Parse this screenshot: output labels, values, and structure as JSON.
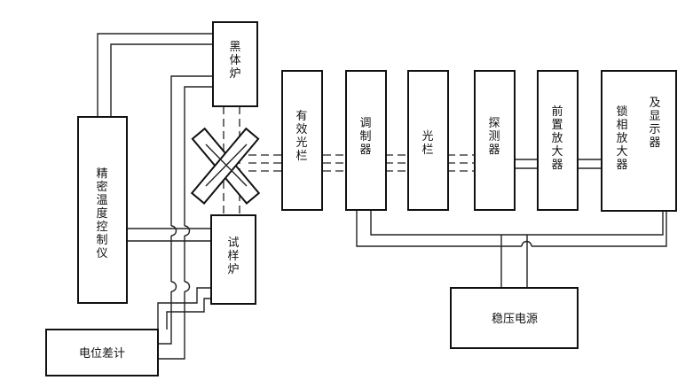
{
  "blocks": {
    "precision_temp_controller": "精密温度控制仪",
    "blackbody_furnace": "黑体炉",
    "sample_furnace": "试样炉",
    "potentiometer": "电位差计",
    "effective_aperture": "有效光栏",
    "modulator": "调制器",
    "aperture": "光栏",
    "detector": "探测器",
    "preamplifier": "前置放大器",
    "lockin_amplifier_col1": "锁相放大器",
    "lockin_amplifier_col2": "及显示器",
    "regulated_power_supply": "稳压电源"
  },
  "colors": {
    "line": "#111111",
    "background": "#ffffff"
  }
}
